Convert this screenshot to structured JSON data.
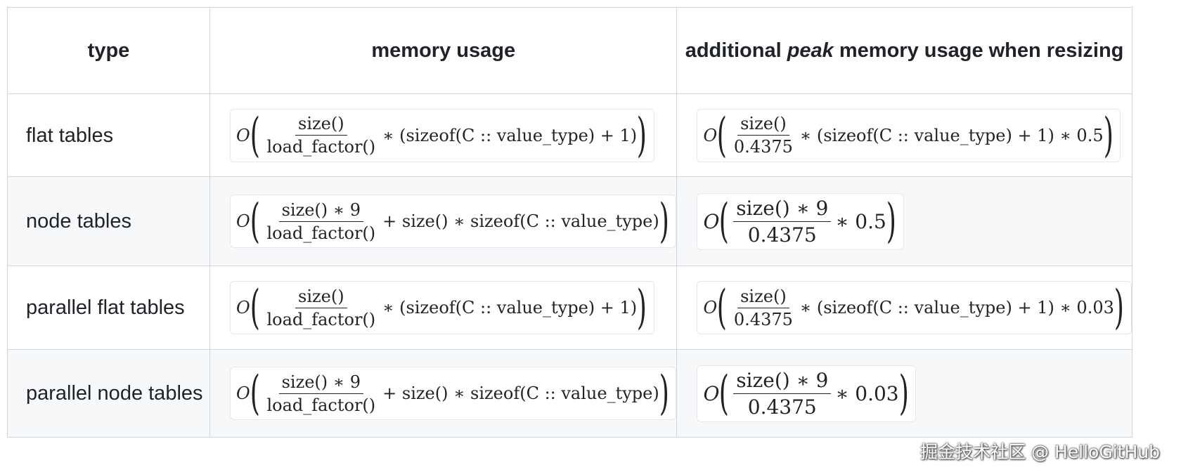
{
  "headers": {
    "type": "type",
    "memory": "memory usage",
    "peak_pre": "additional ",
    "peak_em": "peak",
    "peak_post": " memory usage when resizing"
  },
  "rows": [
    {
      "type": "flat tables",
      "mem": {
        "O": "O",
        "num": "size()",
        "den": "load_factor()",
        "rest": "∗ (sizeof(C :: value_type) + 1)"
      },
      "peak": {
        "O": "O",
        "num": "size()",
        "den": "0.4375",
        "rest": "∗ (sizeof(C :: value_type) + 1) ∗ 0.5"
      }
    },
    {
      "type": "node tables",
      "mem": {
        "O": "O",
        "num": "size() ∗ 9",
        "den": "load_factor()",
        "rest": "+ size() ∗ sizeof(C :: value_type)"
      },
      "peak": {
        "O": "O",
        "num": "size() ∗ 9",
        "den": "0.4375",
        "rest": "∗ 0.5"
      }
    },
    {
      "type": "parallel flat tables",
      "mem": {
        "O": "O",
        "num": "size()",
        "den": "load_factor()",
        "rest": "∗ (sizeof(C :: value_type) + 1)"
      },
      "peak": {
        "O": "O",
        "num": "size()",
        "den": "0.4375",
        "rest": "∗ (sizeof(C :: value_type) + 1) ∗ 0.03"
      }
    },
    {
      "type": "parallel node tables",
      "mem": {
        "O": "O",
        "num": "size() ∗ 9",
        "den": "load_factor()",
        "rest": "+ size() ∗ sizeof(C :: value_type)"
      },
      "peak": {
        "O": "O",
        "num": "size() ∗ 9",
        "den": "0.4375",
        "rest": "∗ 0.03"
      }
    }
  ],
  "watermark": "掘金技术社区 @ HelloGitHub"
}
